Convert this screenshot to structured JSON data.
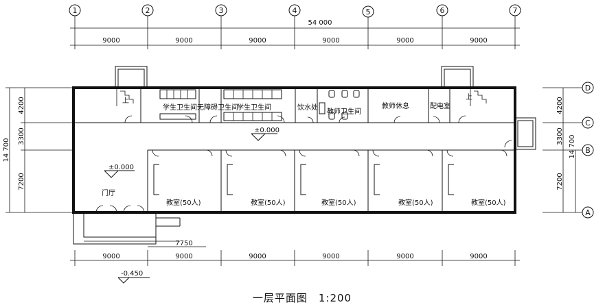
{
  "axes_top": [
    "1",
    "2",
    "3",
    "4",
    "5",
    "6",
    "7"
  ],
  "axes_right": [
    "D",
    "C",
    "B",
    "A"
  ],
  "dims": {
    "overall_top": "54 000",
    "bay_top": [
      "9000",
      "9000",
      "9000",
      "9000",
      "9000",
      "9000"
    ],
    "bay_bottom": [
      "9000",
      "9000",
      "9000",
      "9000",
      "9000",
      "9000"
    ],
    "left_overall": "14 700",
    "right_overall": "14 700",
    "left_segments": [
      "4200",
      "3300",
      "7200"
    ],
    "right_segments": [
      "4200",
      "3300",
      "7200"
    ],
    "entrance": "7750"
  },
  "rooms": {
    "student_wc_1": "学生卫生间",
    "accessible_wc": "无障碍卫生间",
    "student_wc_2": "学生卫生间",
    "water": "饮水处",
    "teacher_wc": "教师卫生间",
    "teacher_rest": "教师休息",
    "power": "配电室",
    "stair_up": "上",
    "lobby": "门厅",
    "classrooms": [
      "教室(50人)",
      "教室(50人)",
      "教室(50人)",
      "教室(50人)",
      "教室(50人)"
    ]
  },
  "levels": {
    "corridor": "±0.000",
    "lobby": "±0.000",
    "outside": "-0.450"
  },
  "title": "一层平面图　1:200"
}
